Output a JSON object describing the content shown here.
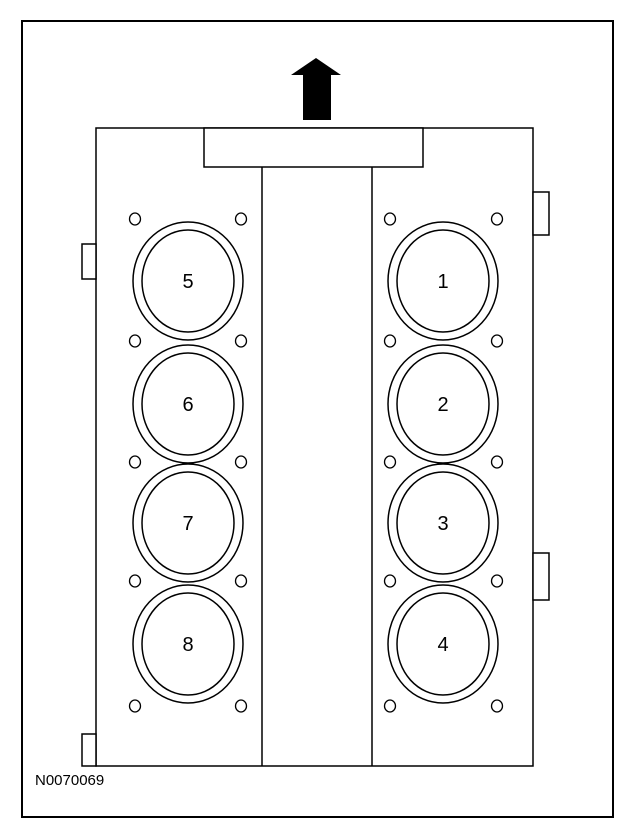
{
  "figure": {
    "id": "N0070069",
    "direction_arrow_icon": "up-arrow-icon",
    "colors": {
      "stroke": "#000000",
      "background": "#ffffff",
      "arrow": "#000000"
    },
    "left_bank": {
      "cylinders": [
        "5",
        "6",
        "7",
        "8"
      ]
    },
    "right_bank": {
      "cylinders": [
        "1",
        "2",
        "3",
        "4"
      ]
    }
  }
}
